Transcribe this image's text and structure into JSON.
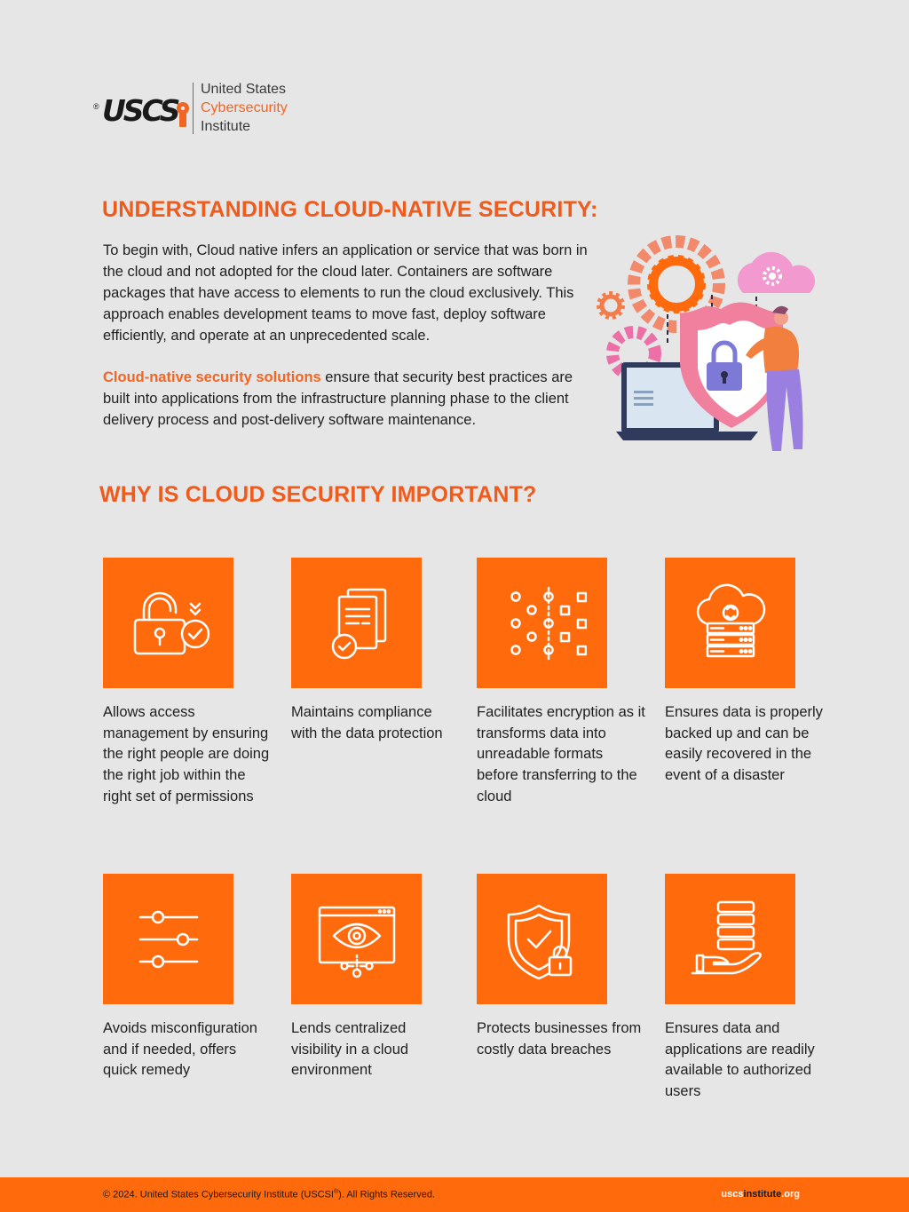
{
  "brand": {
    "reg_mark": "®",
    "wordmark": "USCS",
    "name_line1": "United States",
    "name_line2": "Cybersecurity",
    "name_line3": "Institute"
  },
  "section1": {
    "title": "UNDERSTANDING CLOUD-NATIVE SECURITY:",
    "paragraph1": "To begin with, Cloud native infers an application or service that was born in the cloud and not adopted for the cloud later. Containers are software packages that have access to elements to run the cloud exclusively. This approach enables development teams to move fast, deploy software efficiently, and operate at an unprecedented scale.",
    "paragraph2_highlight": "Cloud-native security solutions",
    "paragraph2_rest": " ensure that security best practices are built into applications from the infrastructure planning phase to the client delivery process and post-delivery software maintenance."
  },
  "section2": {
    "title": "WHY IS CLOUD SECURITY IMPORTANT?",
    "cards": [
      {
        "icon": "padlock-check-icon",
        "text": "Allows access management by ensuring the right people are doing the right job within the right set of permissions"
      },
      {
        "icon": "document-check-icon",
        "text": "Maintains compliance with the data protection"
      },
      {
        "icon": "encryption-pattern-icon",
        "text": "Facilitates encryption as it transforms data into unreadable formats before transferring to the cloud"
      },
      {
        "icon": "cloud-backup-server-icon",
        "text": "Ensures data is properly backed up and can be easily recovered in the event of a disaster"
      },
      {
        "icon": "sliders-settings-icon",
        "text": "Avoids misconfiguration and if needed, offers quick remedy"
      },
      {
        "icon": "eye-monitor-icon",
        "text": "Lends centralized visibility in a cloud environment"
      },
      {
        "icon": "shield-lock-icon",
        "text": "Protects businesses from costly data breaches"
      },
      {
        "icon": "hand-database-icon",
        "text": "Ensures data and applications are readily available to authorized users"
      }
    ]
  },
  "footer": {
    "copyright_pre": "© 2024. United States Cybersecurity Institute (USCSI",
    "copyright_sup": "®",
    "copyright_post": "). All Rights Reserved.",
    "site_a": "uscs",
    "site_b": "institute",
    "site_c": ".org"
  },
  "colors": {
    "accent": "#ff6a0d",
    "heading": "#f05a1a",
    "background": "#e6e6e6"
  }
}
